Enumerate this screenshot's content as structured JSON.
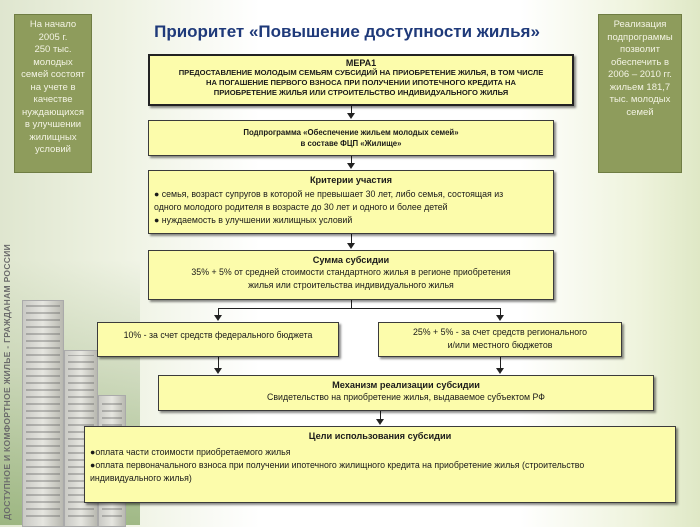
{
  "title": "Приоритет «Повышение доступности жилья»",
  "left_note": [
    "На начало",
    "2005 г.",
    "250 тыс.",
    "молодых",
    "семей состоят",
    "на учете в",
    "качестве",
    "нуждающихся",
    "в улучшении",
    "жилищных",
    "условий"
  ],
  "right_note": [
    "Реализация",
    "подпрограммы",
    "позволит",
    "обеспечить в",
    "2006 – 2010 гг.",
    "жильем 181,7",
    "тыс. молодых",
    "семей"
  ],
  "vertical_banner": "ДОСТУПНОЕ И КОМФОРТНОЕ ЖИЛЬЕ - ГРАЖДАНАМ РОССИИ",
  "mera": {
    "title": "МЕРА1",
    "lines": [
      "ПРЕДОСТАВЛЕНИЕ МОЛОДЫМ СЕМЬЯМ СУБСИДИЙ НА ПРИОБРЕТЕНИЕ ЖИЛЬЯ, В ТОМ ЧИСЛЕ",
      "НА ПОГАШЕНИЕ ПЕРВОГО ВЗНОСА ПРИ ПОЛУЧЕНИИ ИПОТЕЧНОГО КРЕДИТА НА",
      "ПРИОБРЕТЕНИЕ ЖИЛЬЯ ИЛИ СТРОИТЕЛЬСТВО ИНДИВИДУАЛЬНОГО ЖИЛЬЯ"
    ]
  },
  "subprogram": {
    "lines": [
      "Подпрограмма «Обеспечение жильем молодых семей»",
      "в составе ФЦП «Жилище»"
    ]
  },
  "criteria": {
    "title": "Критерии участия",
    "lines": [
      "● семья, возраст супругов в которой не превышает 30 лет, либо семья, состоящая из",
      "одного молодого родителя в возрасте до   30 лет и одного и более детей",
      "● нуждаемость в улучшении жилищных условий"
    ]
  },
  "subsidy_sum": {
    "title": "Сумма субсидии",
    "lines": [
      "35% + 5% от средней стоимости стандартного жилья в регионе приобретения",
      "жилья или строительства индивидуального жилья"
    ]
  },
  "federal": {
    "text": "10% - за счет средств федерального бюджета"
  },
  "regional": {
    "lines": [
      "25% + 5% - за счет средств регионального",
      "и/или местного бюджетов"
    ]
  },
  "mechanism": {
    "title": "Механизм реализации субсидии",
    "text": "Свидетельство на приобретение жилья, выдаваемое субъектом РФ"
  },
  "goals": {
    "title": "Цели использования субсидии",
    "lines": [
      "●оплата  части стоимости приобретаемого жилья",
      "●оплата первоначального взноса при получении ипотечного жилищного кредита на приобретение жилья (строительство",
      "индивидуального жилья)"
    ]
  }
}
